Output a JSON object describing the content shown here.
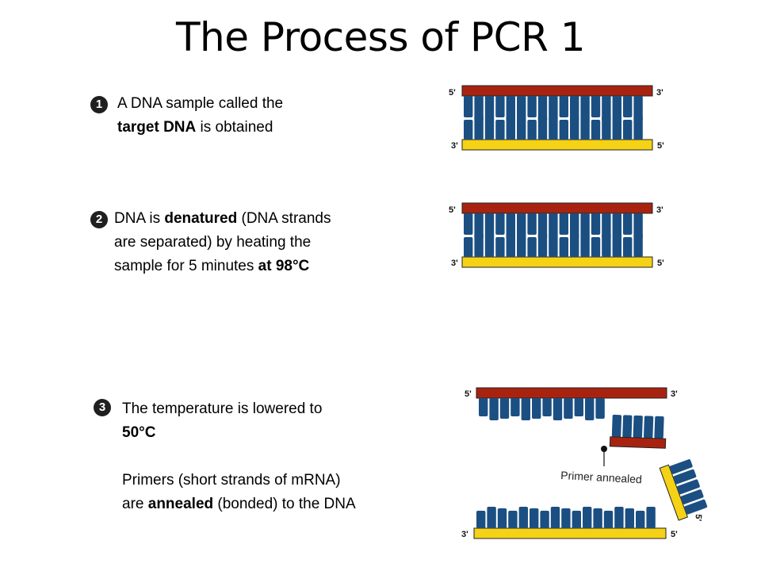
{
  "title": "The Process of PCR 1",
  "steps": [
    {
      "number": "1",
      "lines": [
        [
          {
            "t": "A DNA sample called the",
            "b": false
          }
        ],
        [
          {
            "t": "target DNA",
            "b": true
          },
          {
            "t": " is obtained",
            "b": false
          }
        ]
      ]
    },
    {
      "number": "2",
      "lines": [
        [
          {
            "t": "DNA is ",
            "b": false
          },
          {
            "t": "denatured",
            "b": true
          },
          {
            "t": " (DNA strands",
            "b": false
          }
        ],
        [
          {
            "t": "are separated) by heating the",
            "b": false
          }
        ],
        [
          {
            "t": "sample for 5 minutes ",
            "b": false
          },
          {
            "t": "at 98°C",
            "b": true
          }
        ]
      ]
    },
    {
      "number": "3",
      "lines": [
        [
          {
            "t": "The temperature is lowered to",
            "b": false
          }
        ],
        [
          {
            "t": "50°C",
            "b": true
          }
        ],
        [
          {
            "t": "",
            "b": false
          }
        ],
        [
          {
            "t": "Primers (short strands of  mRNA)",
            "b": false
          }
        ],
        [
          {
            "t": "are ",
            "b": false
          },
          {
            "t": "annealed",
            "b": true
          },
          {
            "t": " (bonded) to the DNA",
            "b": false
          }
        ]
      ]
    }
  ],
  "diagram": {
    "five_prime": "5'",
    "three_prime": "3'",
    "primer_label": "Primer annealed",
    "colors": {
      "top_strand": "#a8230f",
      "bottom_strand": "#f5d215",
      "bases": "#1b4f82",
      "outline": "#222222"
    }
  }
}
